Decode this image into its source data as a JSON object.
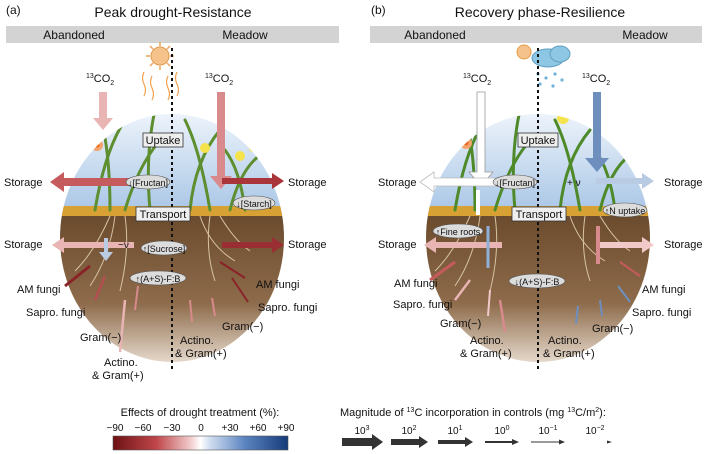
{
  "panels": [
    {
      "letter": "(a)",
      "title": "Peak drought-Resistance",
      "left_label": "Abandoned",
      "right_label": "Meadow",
      "co2_left": "13CO2",
      "co2_right": "13CO2",
      "uptake": "Uptake",
      "transport": "Transport",
      "storage_labels": [
        "Storage",
        "Storage",
        "Storage",
        "Storage"
      ],
      "badges": [
        "↓[Fructan]",
        "↓[Starch]",
        "↑[Sucrose]",
        "↑(A+S)-F:B"
      ],
      "wue_symbol": "~ν",
      "microbes_left": [
        "AM fungi",
        "Sapro. fungi",
        "Gram(−)",
        "Actino.",
        "& Gram(+)"
      ],
      "microbes_right": [
        "AM fungi",
        "Sapro. fungi",
        "Gram(−)",
        "Actino.",
        "& Gram(+)"
      ]
    },
    {
      "letter": "(b)",
      "title": "Recovery phase-Resilience",
      "left_label": "Abandoned",
      "right_label": "Meadow",
      "co2_left": "13CO2",
      "co2_right": "13CO2",
      "uptake": "Uptake",
      "transport": "Transport",
      "storage_labels": [
        "Storage",
        "Storage",
        "Storage",
        "Storage"
      ],
      "badges": [
        "↓[Fructan]",
        "↑N uptake",
        "↑Fine roots",
        "↓(A+S)-F:B"
      ],
      "wue_symbol": "+ ν",
      "microbes_left": [
        "AM fungi",
        "Sapro. fungi",
        "Gram(−)",
        "Actino.",
        "& Gram(+)"
      ],
      "microbes_right": [
        "AM fungi",
        "Sapro. fungi",
        "Gram(−)",
        "Actino.",
        "& Gram(+)"
      ]
    }
  ],
  "legend_color": {
    "title": "Effects of drought treatment (%):",
    "ticks": [
      "−90",
      "−60",
      "−30",
      "0",
      "+30",
      "+60",
      "+90"
    ],
    "colors": [
      "#7a1518",
      "#a4262b",
      "#c5585b",
      "#e08f8f",
      "#f2c9c9",
      "#ffffff",
      "#c9d8ee",
      "#8fb0d9",
      "#5a86c3",
      "#3461a7",
      "#173f7e"
    ]
  },
  "legend_arrows": {
    "title": "Magnitude of 13C incorporation in controls (mg 13C/m2):",
    "labels": [
      "10^3",
      "10^2",
      "10^1",
      "10^0",
      "10^−1",
      "10^−2"
    ]
  },
  "colors": {
    "sky": "#bcd6ee",
    "soil_dark": "#5a3d24",
    "soil_mid": "#8a6847",
    "litter": "#d7a233",
    "header_bar": "#d3d3d3",
    "strong_red": "#8a2327",
    "mid_red": "#c65b5e",
    "pale_red": "#e9b4b4",
    "mid_blue": "#6e8fbe",
    "pale_blue": "#b9cbe3"
  },
  "icons": [
    "sun-icon",
    "rain-cloud-icon",
    "grass-icon",
    "flower-icon",
    "root-icon"
  ]
}
